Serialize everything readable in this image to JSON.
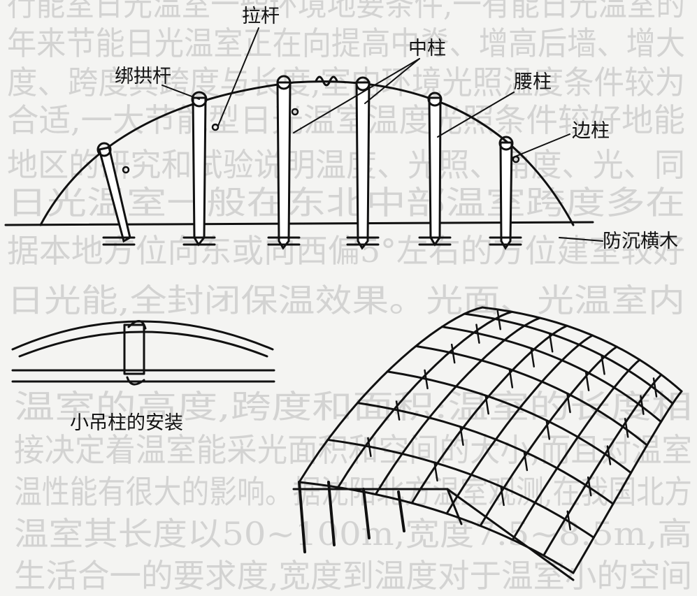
{
  "labels": {
    "pull_rod": "拉杆",
    "center_column": "中柱",
    "arch_tie": "绑拱杆",
    "waist_column": "腰柱",
    "side_column": "边柱",
    "anti_sink_beam": "防沉横木",
    "small_hanging_column": "小吊柱的安装"
  },
  "background_text": [
    "行能室日光温室一些环境地要条件,一有能日光温室的",
    "年来节能日光温室正在向提高中脊、增高后墙、增大",
    "度、跨度其跨度与长度,室内环境光照温度条件较为",
    "合适,一大节能型日光温室温度光照条件较好地能",
    "地区的研究和试验说明温度、光照、角度、光、同",
    "日光温室一般在东北中部温室跨度多在",
    "据本地方位向东或向西偏5°左右的方位建室较好",
    "日光能,全封闭保温效果。光面、光温室内",
    "温室的高度,跨度和面积:温室的长度相",
    "接决定着温室能采光面积和空间的大小,而且对温室",
    "温性能有很大的影响。据沈阳北方温室观测,在我国北方",
    "温室其长度以50~100m,宽度7.5~8.5m,高",
    "生活合一的要求度,宽度到温度对于温室小的空间"
  ]
}
